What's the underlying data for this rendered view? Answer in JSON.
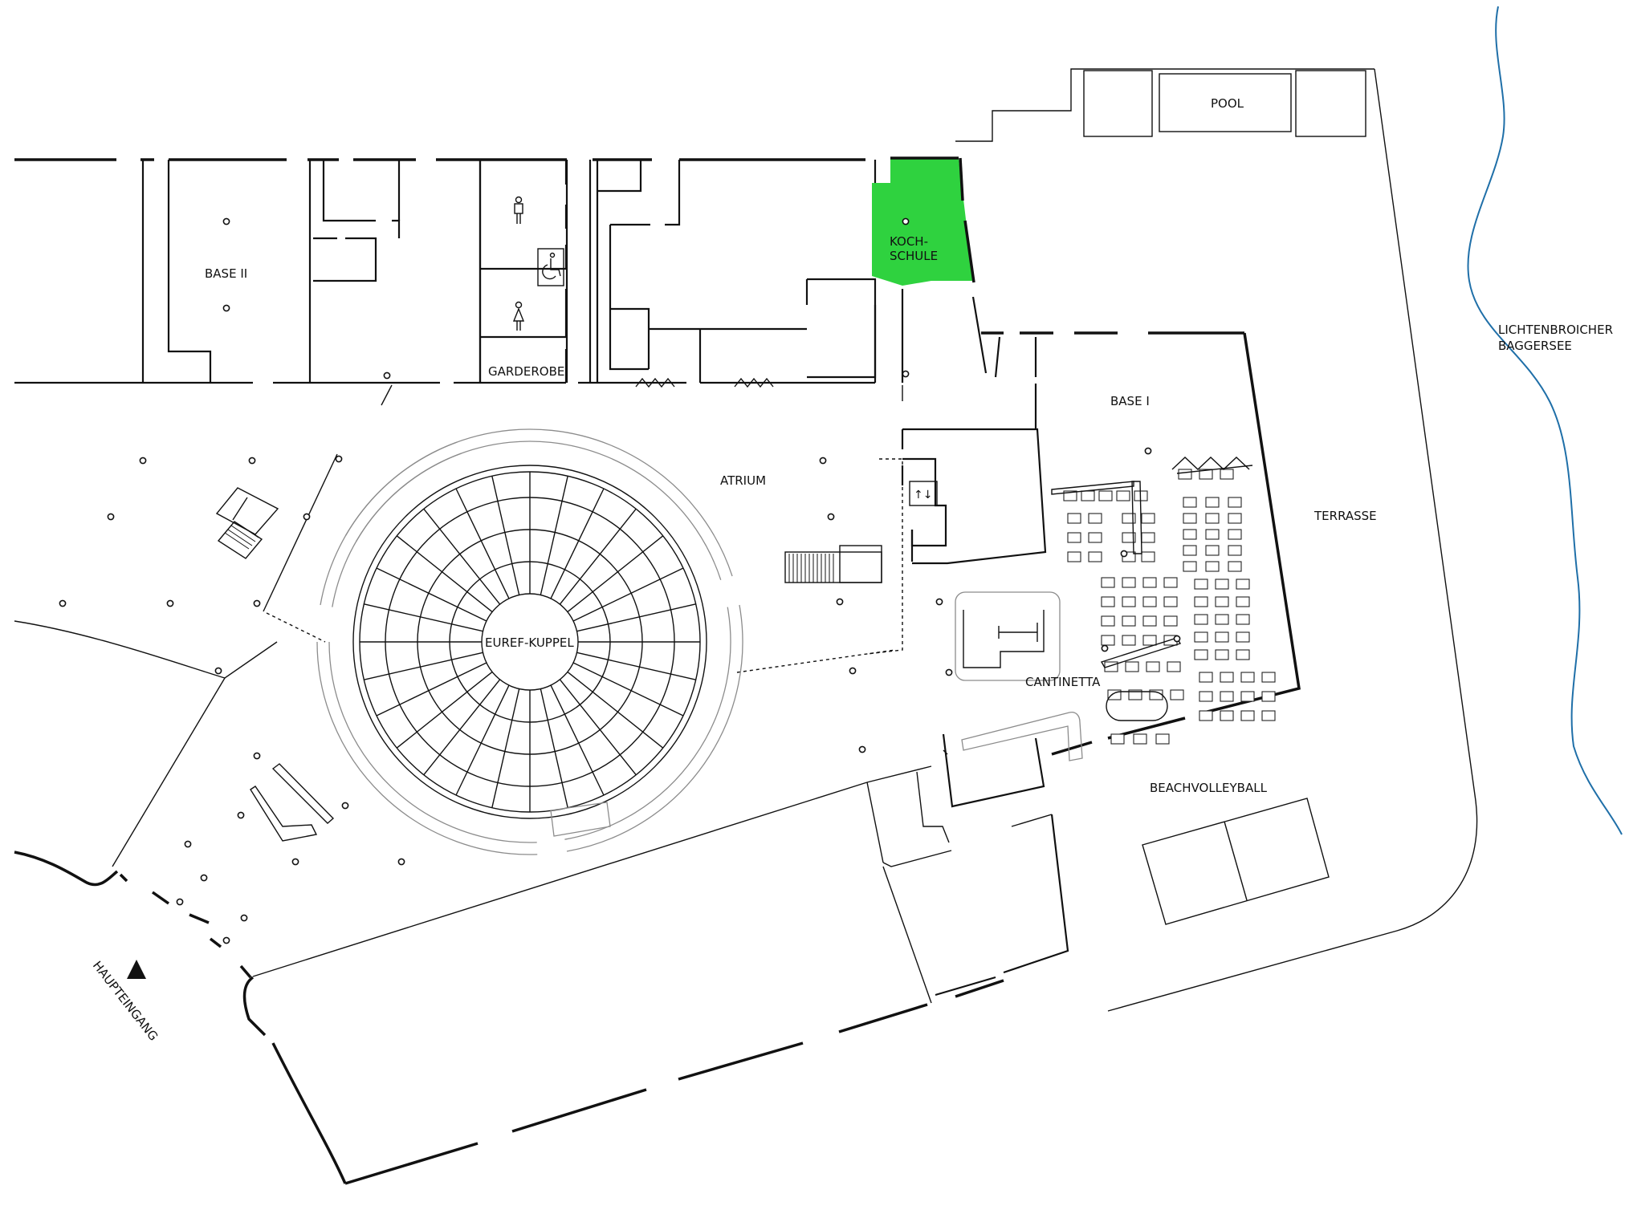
{
  "map": {
    "labels": {
      "base_ii": "BASE II",
      "garderobe": "GARDEROBE",
      "kochschule_line1": "KOCH-",
      "kochschule_line2": "SCHULE",
      "pool": "POOL",
      "base_i": "BASE I",
      "atrium": "ATRIUM",
      "terrasse": "TERRASSE",
      "cantinetta": "CANTINETTA",
      "euref_kuppel": "EUREF-KUPPEL",
      "beachvolleyball": "BEACHVOLLEYBALL",
      "lake_line1": "LICHTENBROICHER",
      "lake_line2": "BAGGERSEE",
      "haupteingang": "HAUPTEINGANG"
    },
    "highlight_color": "#2fd23f",
    "lake_color": "#1f6fa8",
    "icons": [
      "male-restroom-icon",
      "female-restroom-icon",
      "wheelchair-icon",
      "elevator-icon",
      "entrance-arrow-icon"
    ]
  }
}
